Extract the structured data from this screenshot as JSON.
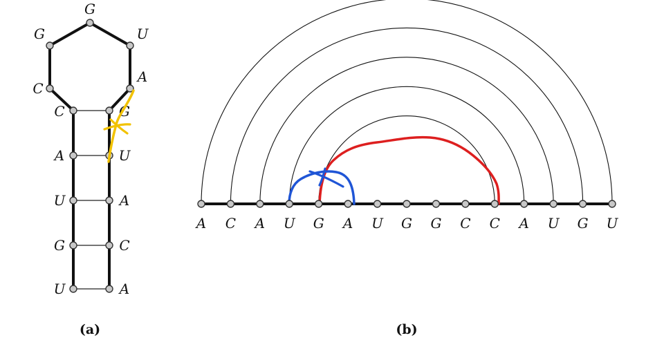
{
  "panel_a": {
    "caption": "(a)",
    "loop": [
      "C",
      "G",
      "G",
      "U",
      "A"
    ],
    "left_stem": [
      "C",
      "A",
      "U",
      "G",
      "U"
    ],
    "right_stem": [
      "G",
      "U",
      "A",
      "C",
      "A"
    ]
  },
  "panel_b": {
    "caption": "(b)",
    "sequence": [
      "A",
      "C",
      "A",
      "U",
      "G",
      "A",
      "U",
      "G",
      "G",
      "C",
      "C",
      "A",
      "U",
      "G",
      "U"
    ],
    "arcs": [
      [
        0,
        14
      ],
      [
        1,
        13
      ],
      [
        2,
        12
      ],
      [
        3,
        11
      ],
      [
        4,
        10
      ]
    ]
  },
  "annotations": {
    "yellow_color": "#f2c200",
    "red_color": "#dd1f1f",
    "blue_color": "#1f55d6"
  }
}
